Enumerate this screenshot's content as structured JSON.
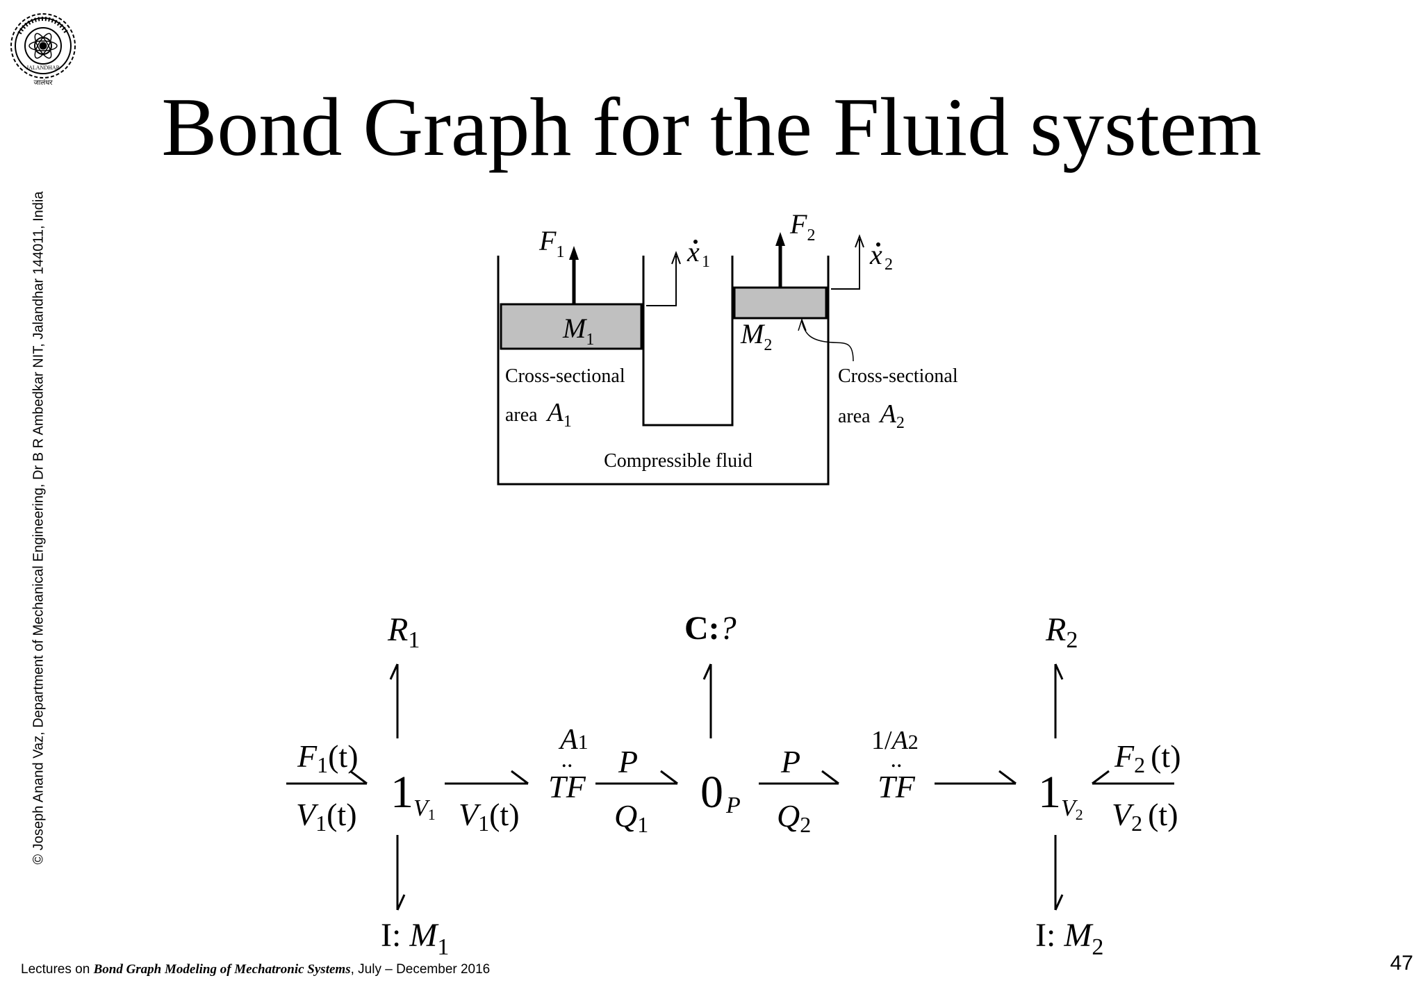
{
  "title": "Bond Graph for the Fluid system",
  "sidebar_text": "© Joseph Anand Vaz, Department of Mechanical Engineering, Dr B R Ambedkar NIT, Jalandhar 144011, India",
  "footer": {
    "prefix": "Lectures on ",
    "course": "Bond Graph Modeling of Mechatronic Systems",
    "suffix": ", July – December 2016"
  },
  "page_number": "47",
  "logo": {
    "text_lower": "JALANDHAR",
    "text_hindi": "जालंधर"
  },
  "schematic": {
    "force_1": "F",
    "force_1_sub": "1",
    "velocity_1": "x",
    "velocity_1_sub": "1",
    "force_2": "F",
    "force_2_sub": "2",
    "velocity_2": "x",
    "velocity_2_sub": "2",
    "mass_1": "M",
    "mass_1_sub": "1",
    "mass_2": "M",
    "mass_2_sub": "2",
    "area_1_line1": "Cross-sectional",
    "area_1_word": "area",
    "area_1_sym": "A",
    "area_1_sub": "1",
    "area_2_line1": "Cross-sectional",
    "area_2_word": "area",
    "area_2_sym": "A",
    "area_2_sub": "2",
    "fluid_label": "Compressible fluid"
  },
  "bond_graph": {
    "r1": "R",
    "r1_sub": "1",
    "c_bold": "C:",
    "c_q": "?",
    "r2": "R",
    "r2_sub": "2",
    "i1_pre": "I: ",
    "i1_sym": "M",
    "i1_sub": "1",
    "i2_pre": "I: ",
    "i2_sym": "M",
    "i2_sub": "2",
    "junction_1v1": "1",
    "junction_1v1_sub": "V",
    "junction_1v1_subsub": "1",
    "junction_0p": "0",
    "junction_0p_sub": "P",
    "junction_1v2": "1",
    "junction_1v2_sub": "V",
    "junction_1v2_subsub": "2",
    "tf1": "TF",
    "tf1_mod_sym": "A",
    "tf1_mod_sub": "1",
    "tf_dots": "..",
    "tf2": "TF",
    "tf2_mod_pre": "1/",
    "tf2_mod_sym": "A",
    "tf2_mod_sub": "2",
    "in1_effort": "F",
    "in1_effort_sub": "1",
    "in1_effort_arg": "(t)",
    "in1_flow": "V",
    "in1_flow_sub": "1",
    "in1_flow_arg": "(t)",
    "bond2_flow": "V",
    "bond2_flow_sub": "1",
    "bond2_flow_arg": "(t)",
    "bond3_effort": "P",
    "bond3_flow": "Q",
    "bond3_flow_sub": "1",
    "bond4_effort": "P",
    "bond4_flow": "Q",
    "bond4_flow_sub": "2",
    "in2_effort": "F",
    "in2_effort_sub": "2",
    "in2_effort_arg": "(t)",
    "in2_flow": "V",
    "in2_flow_sub": "2",
    "in2_flow_arg": "(t)"
  }
}
